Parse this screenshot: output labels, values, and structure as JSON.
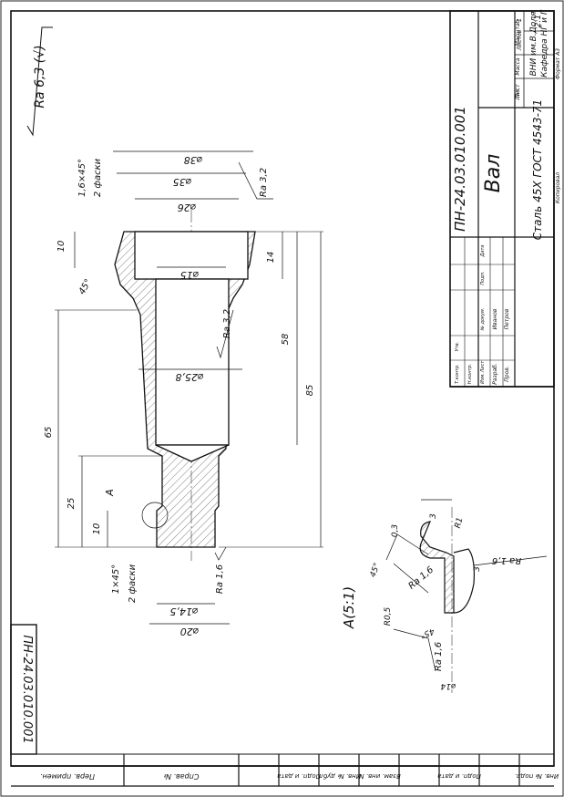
{
  "roughness": {
    "general": "Ra 6,3 (√)"
  },
  "title_block": {
    "designation": "ПН-24.03.010.001",
    "part_name": "Вал",
    "material": "Сталь 45Х ГОСТ 4543-71",
    "copied": "Копировал",
    "format": "Формат  А3",
    "org_line1": "ВНИ им.В.Доля",
    "org_line2": "Кафедра НГ и Г",
    "lit_label": "Лит.",
    "mass_label": "Масса",
    "scale_label": "Масштаб",
    "scale_value": "2:1",
    "sheet_label": "Лист",
    "sheets_label": "Листов",
    "sheets_value": "1",
    "change_label": "Изм.",
    "sheet_col_label": "Лист",
    "doc_no_label": "№ докум.",
    "sign_label": "Подп.",
    "date_label": "Дата",
    "developed_label": "Разраб.",
    "developed_name": "Иванов",
    "checked_label": "Пров.",
    "checked_name": "Петров",
    "tcontrol_label": "Т.контр.",
    "ncontrol_label": "Н.контр.",
    "approved_label": "Утв."
  },
  "side_stamp": "ПН-24.03.010.001",
  "bottom_strip": {
    "perv_primen": "Перв. примен.",
    "sprav_no": "Справ. №",
    "podp_data1": "Подп. и дата",
    "inv_dubl": "Инв. № дубл.",
    "vzam_inv": "Взам. инв. №",
    "podp_data2": "Подп. и дата",
    "inv_podl": "Инв. № подл."
  },
  "main_view": {
    "dim_d38": "⌀38",
    "dim_d35": "⌀35",
    "dim_d26": "⌀26",
    "dim_d15": "⌀15",
    "dim_d25_8": "⌀25,8",
    "dim_d14_5": "⌀14,5",
    "dim_d20": "⌀20",
    "dim_10_top": "10",
    "dim_14": "14",
    "dim_58": "58",
    "dim_85": "85",
    "dim_65": "65",
    "dim_25": "25",
    "dim_10_bottom": "10",
    "chamfer_top": "1,6×45°",
    "chamfer_top_count": "2 фаски",
    "chamfer_bottom": "1×45°",
    "chamfer_bottom_count": "2 фаски",
    "angle_45": "45°",
    "ra_3_2_top": "Ra 3,2",
    "ra_3_2_bore": "Ra 3,2",
    "ra_1_6": "Ra 1,6",
    "callout_a": "А"
  },
  "detail_view": {
    "title": "А(5:1)",
    "dim_0_3": "0,3",
    "dim_3_top": "3",
    "dim_r1": "R1",
    "dim_3_side": "3",
    "ra_1_6_right": "Ra 1,6",
    "ra_1_6_inner": "Ra 1,6",
    "angle_45_top": "45°",
    "dim_r0_5": "R0,5",
    "angle_45_bottom": "45°",
    "ra_1_6_bottom": "Ra 1,6",
    "dim_d14": "⌀14"
  }
}
